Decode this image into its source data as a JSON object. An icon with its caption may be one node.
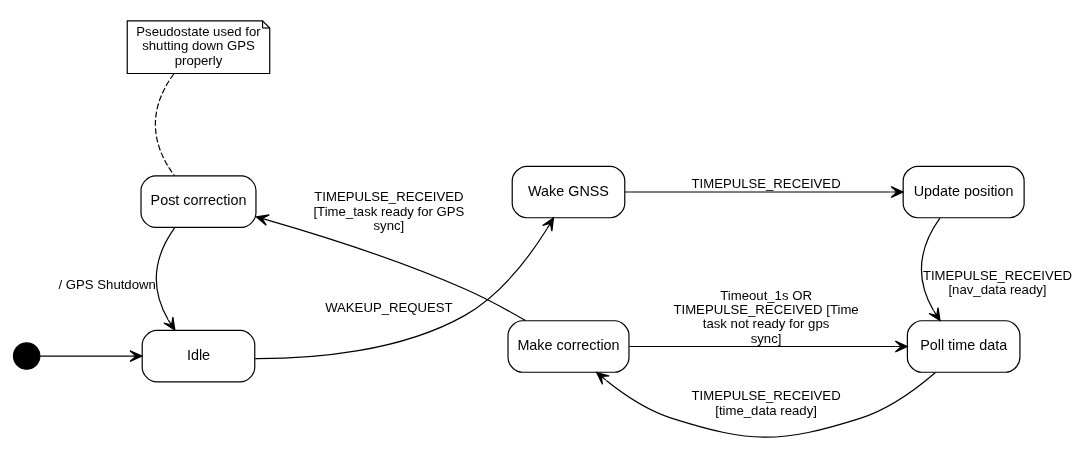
{
  "diagram": {
    "nodes": [
      {
        "text": [],
        "shape": "circle"
      },
      {
        "text": [
          "Idle"
        ]
      },
      {
        "text": [
          "Wake GNSS"
        ]
      },
      {
        "text": [
          "Update position"
        ]
      },
      {
        "text": [
          "Post correction"
        ]
      },
      {
        "text": [
          "Make correction"
        ]
      },
      {
        "text": [
          "Poll time data"
        ]
      },
      {
        "text": [
          "Pseudostate used for shutting down GPS properly"
        ]
      }
    ],
    "edges": [
      {
        "from": 0,
        "to": 1,
        "arrow": "to"
      },
      {
        "from": 1,
        "to": 2,
        "arrow": "to",
        "label": "WAKEUP_REQUEST"
      },
      {
        "from": 2,
        "to": 3,
        "arrow": "to",
        "label": "TIMEPULSE_RECEIVED"
      },
      {
        "from": 3,
        "to": 6,
        "arrow": "to",
        "label": "TIMEPULSE_RECEIVED [nav_data ready]"
      },
      {
        "from": 6,
        "to": 5,
        "arrow": "to",
        "label": "TIMEPULSE_RECEIVED [time_data ready]"
      },
      {
        "from": 5,
        "to": 6,
        "arrow": "to",
        "label": "Timeout_1s OR TIMEPULSE_RECEIVED [Time task not ready for gps sync]"
      },
      {
        "from": 5,
        "to": 4,
        "arrow": "to",
        "label": "TIMEPULSE_RECEIVED [Time_task ready for GPS sync]"
      },
      {
        "from": 4,
        "to": 1,
        "arrow": "to",
        "label": "/ GPS Shutdown"
      },
      {
        "from": 7,
        "to": 4,
        "arrow": "none",
        "style": "dashed"
      }
    ]
  }
}
